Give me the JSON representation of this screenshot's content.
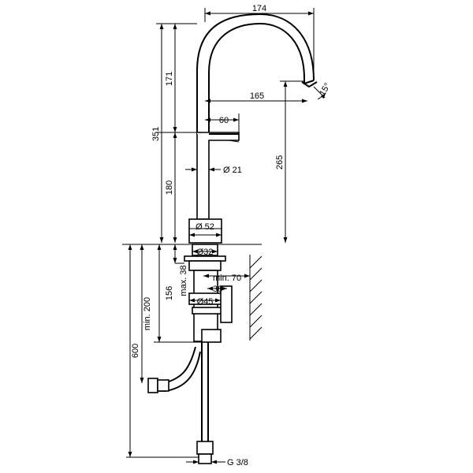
{
  "diagram": {
    "dimensions": {
      "spout_reach_total": "174",
      "spout_reach": "165",
      "spout_angle": "15°",
      "lever_length": "60",
      "spout_height": "171",
      "total_height": "351",
      "body_height": "180",
      "spout_clearance": "265",
      "body_diameter": "Ø 21",
      "base_diameter": "Ø 52",
      "hole_diameter": "Ø32",
      "wall_clearance": "min. 70",
      "countertop_thickness": "max. 38",
      "body_depth": "156",
      "hose_clearance": "min. 200",
      "hose_length": "600",
      "nut_width": "38",
      "nut_diameter": "Ø45",
      "connection_thread": "G 3/8"
    }
  }
}
